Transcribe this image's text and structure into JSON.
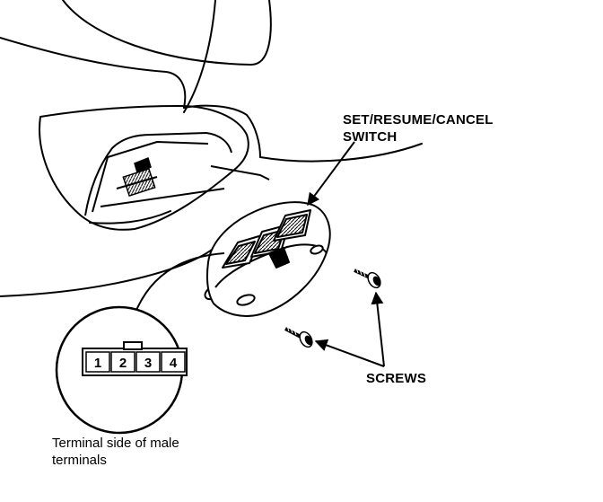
{
  "labels": {
    "switch_callout_line1": "SET/RESUME/CANCEL",
    "switch_callout_line2": "SWITCH",
    "screws_callout": "SCREWS",
    "caption_line1": "Terminal side of male",
    "caption_line2": "terminals"
  },
  "connector": {
    "pins": [
      "1",
      "2",
      "3",
      "4"
    ]
  },
  "colors": {
    "ink": "#000000",
    "paper": "#ffffff",
    "shade": "#555555"
  }
}
